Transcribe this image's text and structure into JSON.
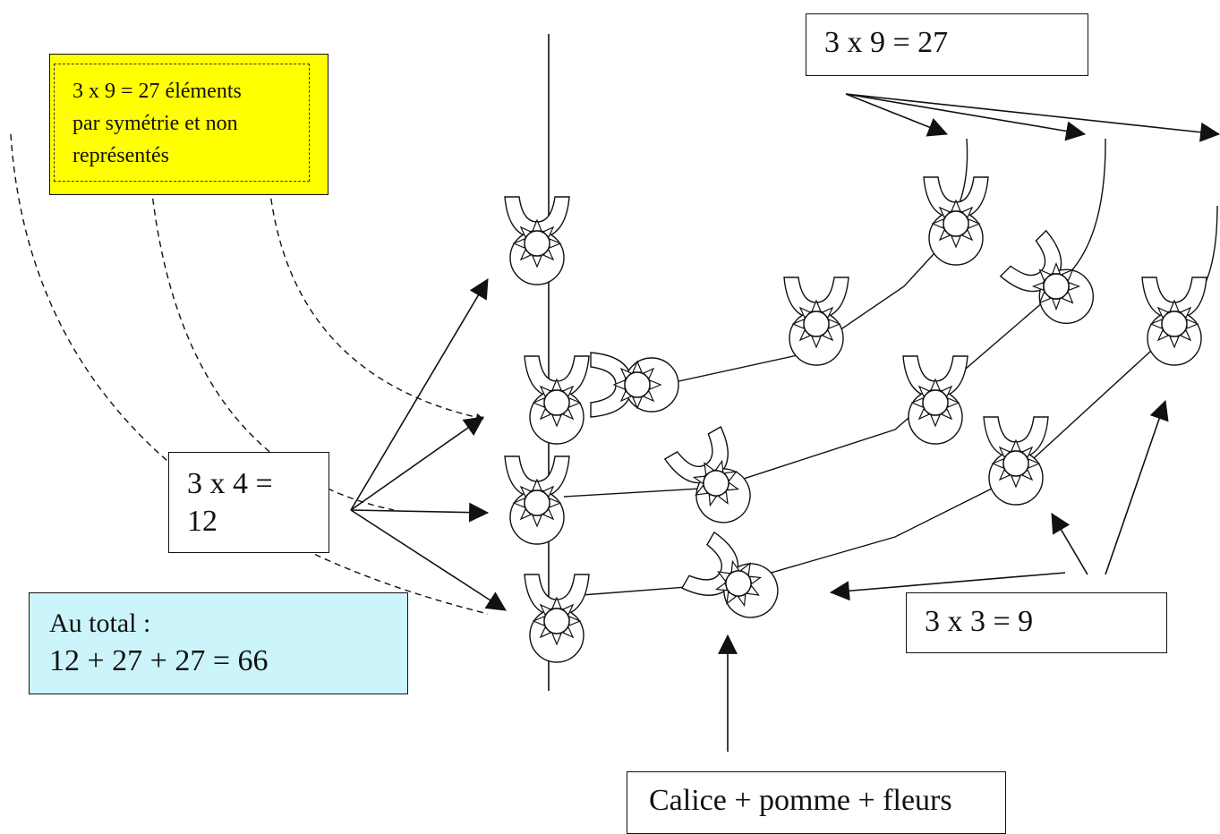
{
  "labels": {
    "symmetry": [
      "3 x 9 = 27 éléments",
      "par symétrie et non",
      "représentés"
    ],
    "total": [
      "Au total :",
      "12 + 27 + 27 = 66"
    ],
    "three_by_four": [
      "3 x 4 =",
      "12"
    ],
    "three_by_nine": "3 x 9 = 27",
    "three_by_three": "3 x 3 = 9",
    "calyx": "Calice + pomme + fleurs"
  },
  "colors": {
    "symmetry_box": "#ffff00",
    "total_box": "#ccf5fb",
    "ink": "#111111"
  },
  "glyphs": {
    "element_icon": "flower-cup-icon"
  }
}
